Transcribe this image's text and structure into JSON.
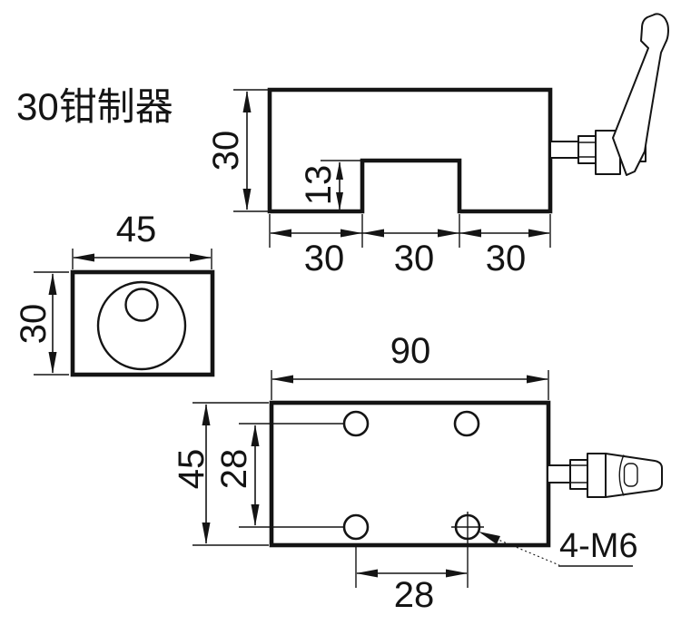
{
  "title": "30钳制器",
  "colors": {
    "ink": "#141414",
    "bg": "#ffffff"
  },
  "views": {
    "front": {
      "height_label": "30",
      "notch_depth_label": "13",
      "bottom_labels": [
        "30",
        "30",
        "30"
      ]
    },
    "side": {
      "width_label": "45",
      "height_label": "30"
    },
    "plan": {
      "width_label": "90",
      "height_label": "45",
      "hole_row_spacing_label": "28",
      "hole_col_spacing_label": "28",
      "thread_callout_label": "4-M6"
    }
  }
}
